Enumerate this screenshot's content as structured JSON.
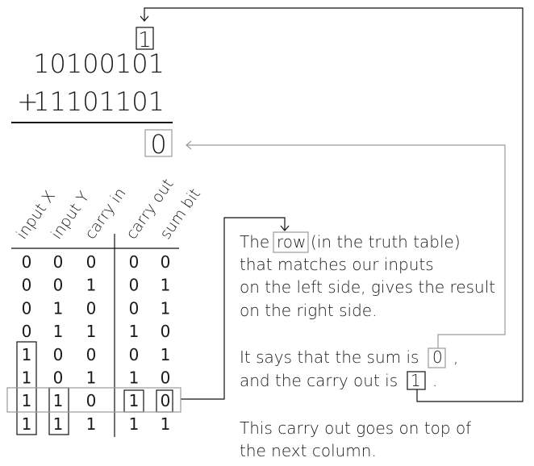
{
  "addition": {
    "carry": "1",
    "operand_a": "10100101",
    "plus": "+",
    "operand_b": "11101101",
    "sum": "0"
  },
  "truth_table": {
    "headers": [
      "input X",
      "input Y",
      "carry in",
      "carry out",
      "sum bit"
    ],
    "rows": [
      [
        "0",
        "0",
        "0",
        "0",
        "0"
      ],
      [
        "0",
        "0",
        "1",
        "0",
        "1"
      ],
      [
        "0",
        "1",
        "0",
        "0",
        "1"
      ],
      [
        "0",
        "1",
        "1",
        "1",
        "0"
      ],
      [
        "1",
        "0",
        "0",
        "0",
        "1"
      ],
      [
        "1",
        "0",
        "1",
        "1",
        "0"
      ],
      [
        "1",
        "1",
        "0",
        "1",
        "0"
      ],
      [
        "1",
        "1",
        "1",
        "1",
        "1"
      ]
    ]
  },
  "explanation": {
    "line1_prefix": "The",
    "line1_boxed": "row",
    "line1_suffix": "(in the truth table)",
    "line2": "that matches our inputs",
    "line3": "on the left side, gives the result",
    "line4": "on the right side.",
    "sum_prefix": "It says that the sum is",
    "sum_value": "0",
    "sum_suffix": ",",
    "carry_prefix": "and the carry out is",
    "carry_value": "1",
    "carry_suffix": ".",
    "note_line1": "This carry out goes on top of",
    "note_line2": "the next column."
  },
  "colors": {
    "line": "#111111",
    "arrow_gray": "#9a9a9a",
    "text": "#1a1a1a"
  }
}
